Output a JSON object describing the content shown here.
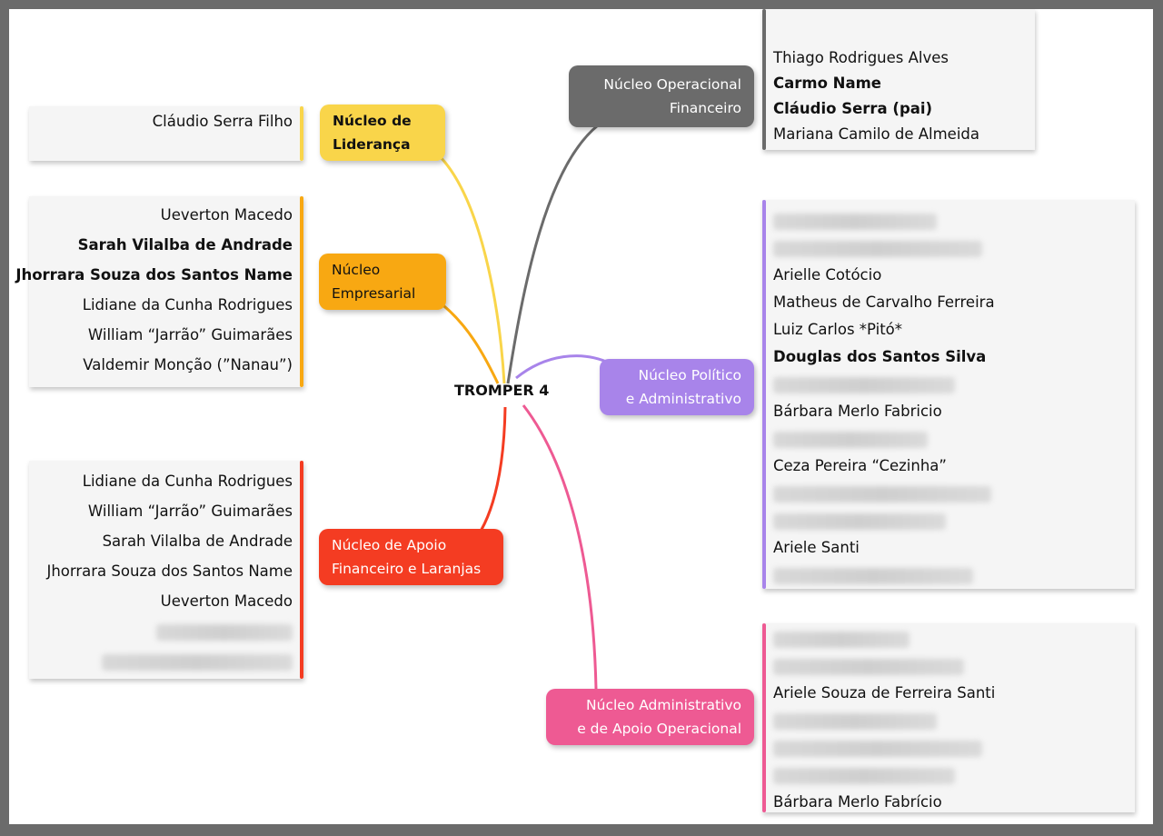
{
  "center": {
    "label": "TROMPER 4"
  },
  "colors": {
    "lideranca": "#f9d54a",
    "empresarial": "#f8a812",
    "apoio_financeiro": "#f43c22",
    "operacional_financeiro": "#6b6b6b",
    "politico": "#a884ea",
    "administrativo": "#ee5a93"
  },
  "nodes": {
    "lideranca": {
      "lines": [
        "Núcleo de",
        "Liderança"
      ]
    },
    "empresarial": {
      "lines": [
        "Núcleo",
        "Empresarial"
      ]
    },
    "apoio_financeiro": {
      "lines": [
        "Núcleo de Apoio",
        "Financeiro e Laranjas"
      ]
    },
    "operacional_financeiro": {
      "lines": [
        "Núcleo Operacional",
        "Financeiro"
      ]
    },
    "politico": {
      "lines": [
        "Núcleo Político",
        "e Administrativo"
      ]
    },
    "administrativo": {
      "lines": [
        "Núcleo Administrativo",
        "e de Apoio Operacional"
      ]
    }
  },
  "lists": {
    "lideranca": [
      {
        "text": "Cláudio Serra Filho",
        "bold": false
      }
    ],
    "empresarial": [
      {
        "text": "Ueverton Macedo",
        "bold": false
      },
      {
        "text": "Sarah Vilalba de Andrade",
        "bold": true
      },
      {
        "text": "Jhorrara Souza dos Santos Name",
        "bold": true
      },
      {
        "text": "Lidiane da Cunha Rodrigues",
        "bold": false
      },
      {
        "text": "William “Jarrão” Guimarães",
        "bold": false
      },
      {
        "text": "Valdemir Monção (”Nanau”)",
        "bold": false
      }
    ],
    "apoio_financeiro": [
      {
        "text": "Lidiane da Cunha Rodrigues",
        "bold": false
      },
      {
        "text": "William “Jarrão” Guimarães",
        "bold": false
      },
      {
        "text": "Sarah Vilalba de Andrade",
        "bold": false
      },
      {
        "text": "Jhorrara Souza dos Santos Name",
        "bold": false
      },
      {
        "text": "Ueverton Macedo",
        "bold": false
      },
      {
        "text": "",
        "bold": false,
        "redacted": true
      },
      {
        "text": "",
        "bold": false,
        "redacted": true
      }
    ],
    "operacional_financeiro": [
      {
        "text": "Thiago Rodrigues Alves",
        "bold": false
      },
      {
        "text": "Carmo Name",
        "bold": true
      },
      {
        "text": "Cláudio Serra (pai)",
        "bold": true
      },
      {
        "text": "Mariana Camilo de Almeida",
        "bold": false
      }
    ],
    "politico": [
      {
        "text": "",
        "bold": false,
        "redacted": true
      },
      {
        "text": "",
        "bold": false,
        "redacted": true
      },
      {
        "text": "Arielle Cotócio",
        "bold": false
      },
      {
        "text": "Matheus de Carvalho Ferreira",
        "bold": false
      },
      {
        "text": "Luiz Carlos *Pitó*",
        "bold": false
      },
      {
        "text": "Douglas dos Santos Silva",
        "bold": true
      },
      {
        "text": "",
        "bold": false,
        "redacted": true
      },
      {
        "text": "Bárbara Merlo Fabricio",
        "bold": false
      },
      {
        "text": "",
        "bold": false,
        "redacted": true
      },
      {
        "text": "Ceza Pereira “Cezinha”",
        "bold": false
      },
      {
        "text": "",
        "bold": false,
        "redacted": true
      },
      {
        "text": "",
        "bold": false,
        "redacted": true
      },
      {
        "text": "Ariele Santi",
        "bold": false
      },
      {
        "text": "",
        "bold": false,
        "redacted": true
      }
    ],
    "administrativo": [
      {
        "text": "",
        "bold": false,
        "redacted": true
      },
      {
        "text": "",
        "bold": false,
        "redacted": true
      },
      {
        "text": "Ariele Souza de Ferreira Santi",
        "bold": false
      },
      {
        "text": "",
        "bold": false,
        "redacted": true
      },
      {
        "text": "",
        "bold": false,
        "redacted": true
      },
      {
        "text": "",
        "bold": false,
        "redacted": true
      },
      {
        "text": "Bárbara Merlo Fabrício",
        "bold": false
      }
    ]
  }
}
